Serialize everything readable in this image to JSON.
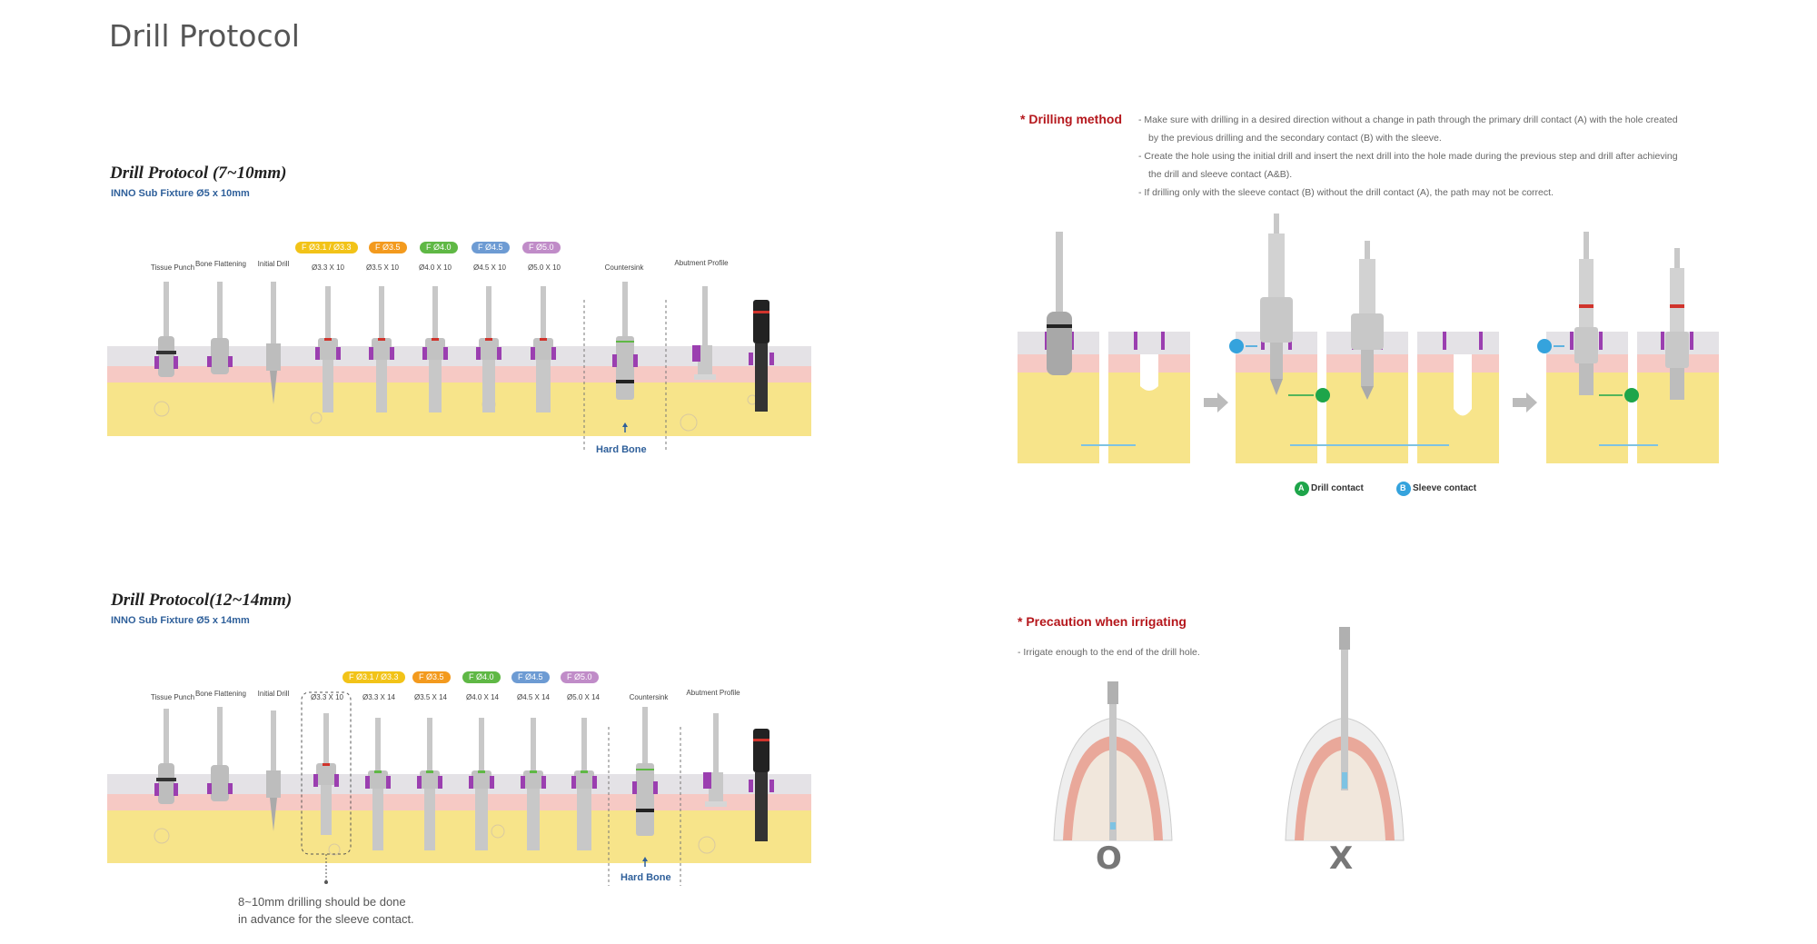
{
  "page_title": "Drill Protocol",
  "protocol_short": {
    "title": "Drill Protocol (7~10mm)",
    "subtitle": "INNO Sub Fixture Ø5 x 10mm",
    "tool_labels": [
      "Tissue Punch",
      "Bone Flattening",
      "Initial Drill",
      "Ø3.3 X 10",
      "Ø3.5 X 10",
      "Ø4.0 X 10",
      "Ø4.5 X 10",
      "Ø5.0 X 10",
      "Countersink",
      "Abutment Profile"
    ],
    "badges": [
      {
        "label": "F Ø3.1 / Ø3.3",
        "color": "#f2c318"
      },
      {
        "label": "F Ø3.5",
        "color": "#f39a1e"
      },
      {
        "label": "F Ø4.0",
        "color": "#5fb845"
      },
      {
        "label": "F Ø4.5",
        "color": "#6d9bd3"
      },
      {
        "label": "F Ø5.0",
        "color": "#c08cc8"
      }
    ],
    "hard_bone": "Hard Bone"
  },
  "protocol_long": {
    "title": "Drill Protocol(12~14mm)",
    "subtitle": "INNO Sub Fixture Ø5 x 14mm",
    "tool_labels": [
      "Tissue Punch",
      "Bone Flattening",
      "Initial Drill",
      "Ø3.3 X 10",
      "Ø3.3 X 14",
      "Ø3.5 X 14",
      "Ø4.0 X 14",
      "Ø4.5 X 14",
      "Ø5.0 X 14",
      "Countersink",
      "Abutment Profile"
    ],
    "badges": [
      {
        "label": "F Ø3.1 / Ø3.3",
        "color": "#f2c318"
      },
      {
        "label": "F Ø3.5",
        "color": "#f39a1e"
      },
      {
        "label": "F Ø4.0",
        "color": "#5fb845"
      },
      {
        "label": "F Ø4.5",
        "color": "#6d9bd3"
      },
      {
        "label": "F Ø5.0",
        "color": "#c08cc8"
      }
    ],
    "hard_bone": "Hard Bone",
    "advance_note_1": "8~10mm drilling should be done",
    "advance_note_2": "in advance for the sleeve contact."
  },
  "drilling_method": {
    "heading": "* Drilling method",
    "notes": [
      "- Make sure with drilling in a desired direction without a change in path through the primary drill contact (A) with the hole created",
      "by the previous drilling and the secondary contact (B) with the sleeve.",
      "- Create the hole using the initial drill and insert the next drill into the hole made during the previous step and drill after achieving",
      "the drill and sleeve contact (A&B).",
      "- If drilling only with the sleeve contact (B) without the drill contact (A), the path may not be correct."
    ],
    "legend_a_letter": "A",
    "legend_a": "Drill contact",
    "legend_b_letter": "B",
    "legend_b": "Sleeve contact"
  },
  "irrigation": {
    "heading": "* Precaution when irrigating",
    "note": "- Irrigate enough to the end of the drill hole.",
    "correct_mark": "O",
    "wrong_mark": "X"
  },
  "colors": {
    "bone": "#f7e48a",
    "gum": "#f6c9c4",
    "sleeve_band": "#e4e2e6",
    "sleeve": "#9b3fb0",
    "drill": "#c8c8c8",
    "accent_red": "#b5171c",
    "accent_blue": "#2e5f9a",
    "contact_a": "#1ea54a",
    "contact_b": "#35a3dd"
  }
}
